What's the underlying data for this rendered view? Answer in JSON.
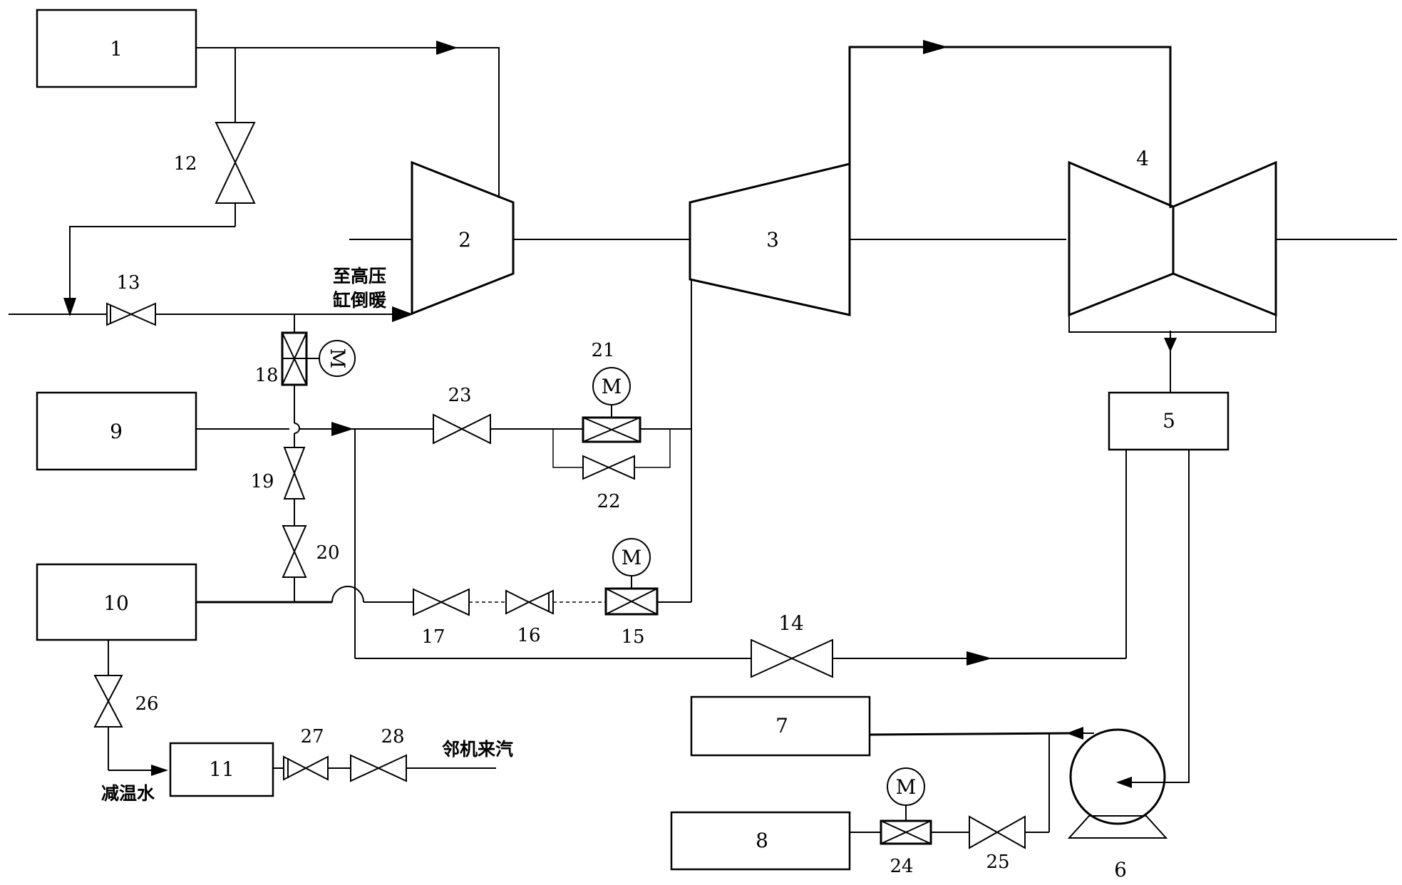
{
  "components": {
    "c1": "1",
    "c2": "2",
    "c3": "3",
    "c4": "4",
    "c5": "5",
    "c6": "6",
    "c7": "7",
    "c8": "8",
    "c9": "9",
    "c10": "10",
    "c11": "11"
  },
  "valves": {
    "v12": "12",
    "v13": "13",
    "v14": "14",
    "v15": "15",
    "v16": "16",
    "v17": "17",
    "v18": "18",
    "v19": "19",
    "v20": "20",
    "v21": "21",
    "v22": "22",
    "v23": "23",
    "v24": "24",
    "v25": "25",
    "v26": "26",
    "v27": "27",
    "v28": "28"
  },
  "motor_symbol": "M",
  "annotations": {
    "hp_backwarm_line1": "至高压",
    "hp_backwarm_line2": "缸倒暖",
    "neighbor_steam": "邻机来汽",
    "desuperheat_water": "减温水"
  }
}
